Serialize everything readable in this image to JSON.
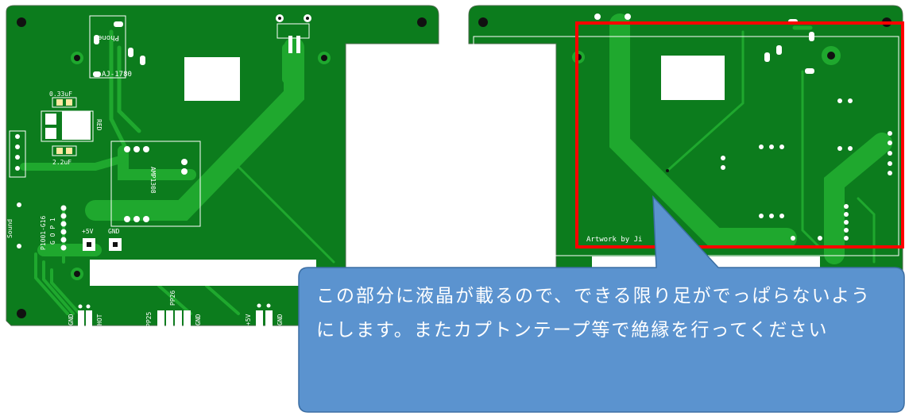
{
  "left_board": {
    "labels": {
      "phone": "Phone",
      "aj1780": "AJ-1780",
      "cap1": "0.33uF",
      "cap2": "2.2uF",
      "red": "RED",
      "amp": "AMP1308",
      "sound": "Sound",
      "p1001": "P1001-G16",
      "pins": "G O P 1",
      "plus5v": "+5V",
      "gnd": "GND",
      "bottom_gnd": "GND",
      "bottom_hot": "HOT",
      "pp25": "PP25",
      "pp26": "PP26",
      "gnd2": "GND",
      "plus5v_b": "+5V",
      "gnd3": "GND"
    }
  },
  "right_board": {
    "artwork_label": "Artwork by Ji"
  },
  "colors": {
    "board": "#0c7c1d",
    "trace": "#1fa82e",
    "silk": "#ffffff",
    "highlight_box": "#ff0000",
    "callout": "#5b93cf"
  },
  "callout": {
    "text": "この部分に液晶が載るので、できる限り足がでっぱらないようにします。またカプトンテープ等で絶縁を行ってください"
  }
}
